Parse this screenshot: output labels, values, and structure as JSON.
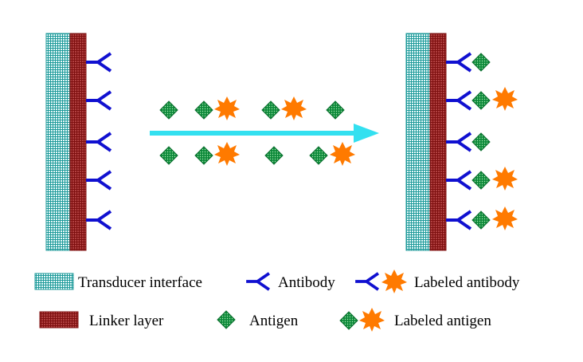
{
  "colors": {
    "transducer": "#1f9a9a",
    "transducer_bg": "#e9fbfb",
    "linker": "#9b1b1b",
    "linker_bg": "#d98f8f",
    "antibody": "#1010d0",
    "antigen": "#0d8a3a",
    "antigen_bg": "#8fd49a",
    "label": "#ff7a00",
    "arrow": "#33e0f0"
  },
  "legend": {
    "transducer": "Transducer interface",
    "antibody": "Antibody",
    "labeled_antibody": "Labeled antibody",
    "linker": "Linker layer",
    "antigen": "Antigen",
    "labeled_antigen": "Labeled antigen"
  }
}
